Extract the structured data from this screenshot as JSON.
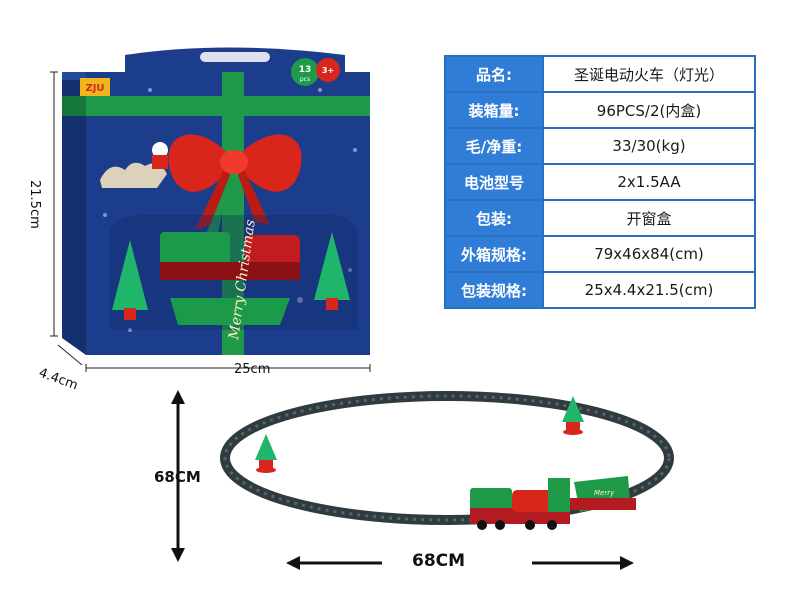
{
  "spec": {
    "rows": [
      {
        "label": "品名:",
        "value": "圣诞电动火车（灯光）"
      },
      {
        "label": "装箱量:",
        "value": "96PCS/2(内盒)"
      },
      {
        "label": "毛/净重:",
        "value": "33/30(kg)"
      },
      {
        "label": "电池型号",
        "value": "2x1.5AA"
      },
      {
        "label": "包装:",
        "value": "开窗盒"
      },
      {
        "label": "外箱规格:",
        "value": "79x46x84(cm)"
      },
      {
        "label": "包装规格:",
        "value": "25x4.4x21.5(cm)"
      }
    ]
  },
  "box": {
    "brand": "ZJU",
    "badge_count": "13",
    "badge_unit": "pcs",
    "age": "3+",
    "ribbon_text": "Merry Christmas",
    "height_label": "21.5cm",
    "width_label": "25cm",
    "depth_label": "4.4cm",
    "colors": {
      "box_blue": "#1c3d8c",
      "ribbon_green": "#1f9a48",
      "bow_red": "#d8261c"
    }
  },
  "track": {
    "height_label": "68CM",
    "width_label": "68CM",
    "wagon_text": "Merry"
  }
}
